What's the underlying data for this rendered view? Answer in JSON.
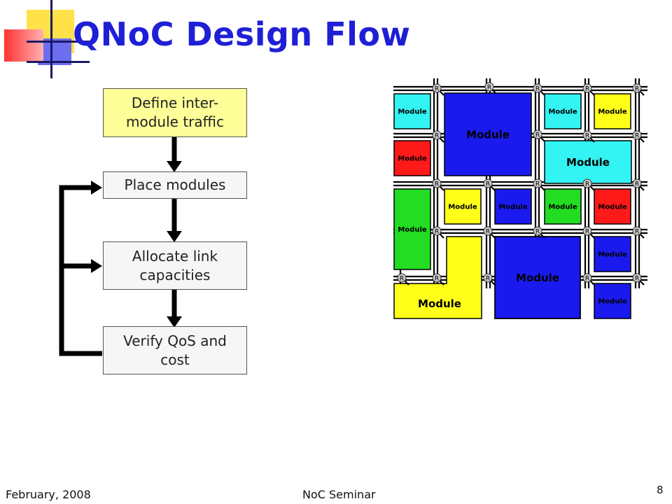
{
  "slide": {
    "title": "QNoC Design Flow",
    "page_number": "8"
  },
  "flow": {
    "steps": [
      {
        "label": "Define inter-module traffic",
        "color": "#ffff99"
      },
      {
        "label": "Place modules",
        "color": "#f6f6f6"
      },
      {
        "label": "Allocate link capacities",
        "color": "#f6f6f6"
      },
      {
        "label": "Verify QoS and cost",
        "color": "#f6f6f6"
      }
    ]
  },
  "noc": {
    "module_label": "Module",
    "router_label": "R",
    "colors": {
      "cyan": "#33f3f3",
      "red": "#ff1a1a",
      "blue": "#1a1aee",
      "yellow": "#ffff1a",
      "green": "#22dd22"
    }
  },
  "footer": {
    "date": "February, 2008",
    "center": "NoC Seminar"
  }
}
